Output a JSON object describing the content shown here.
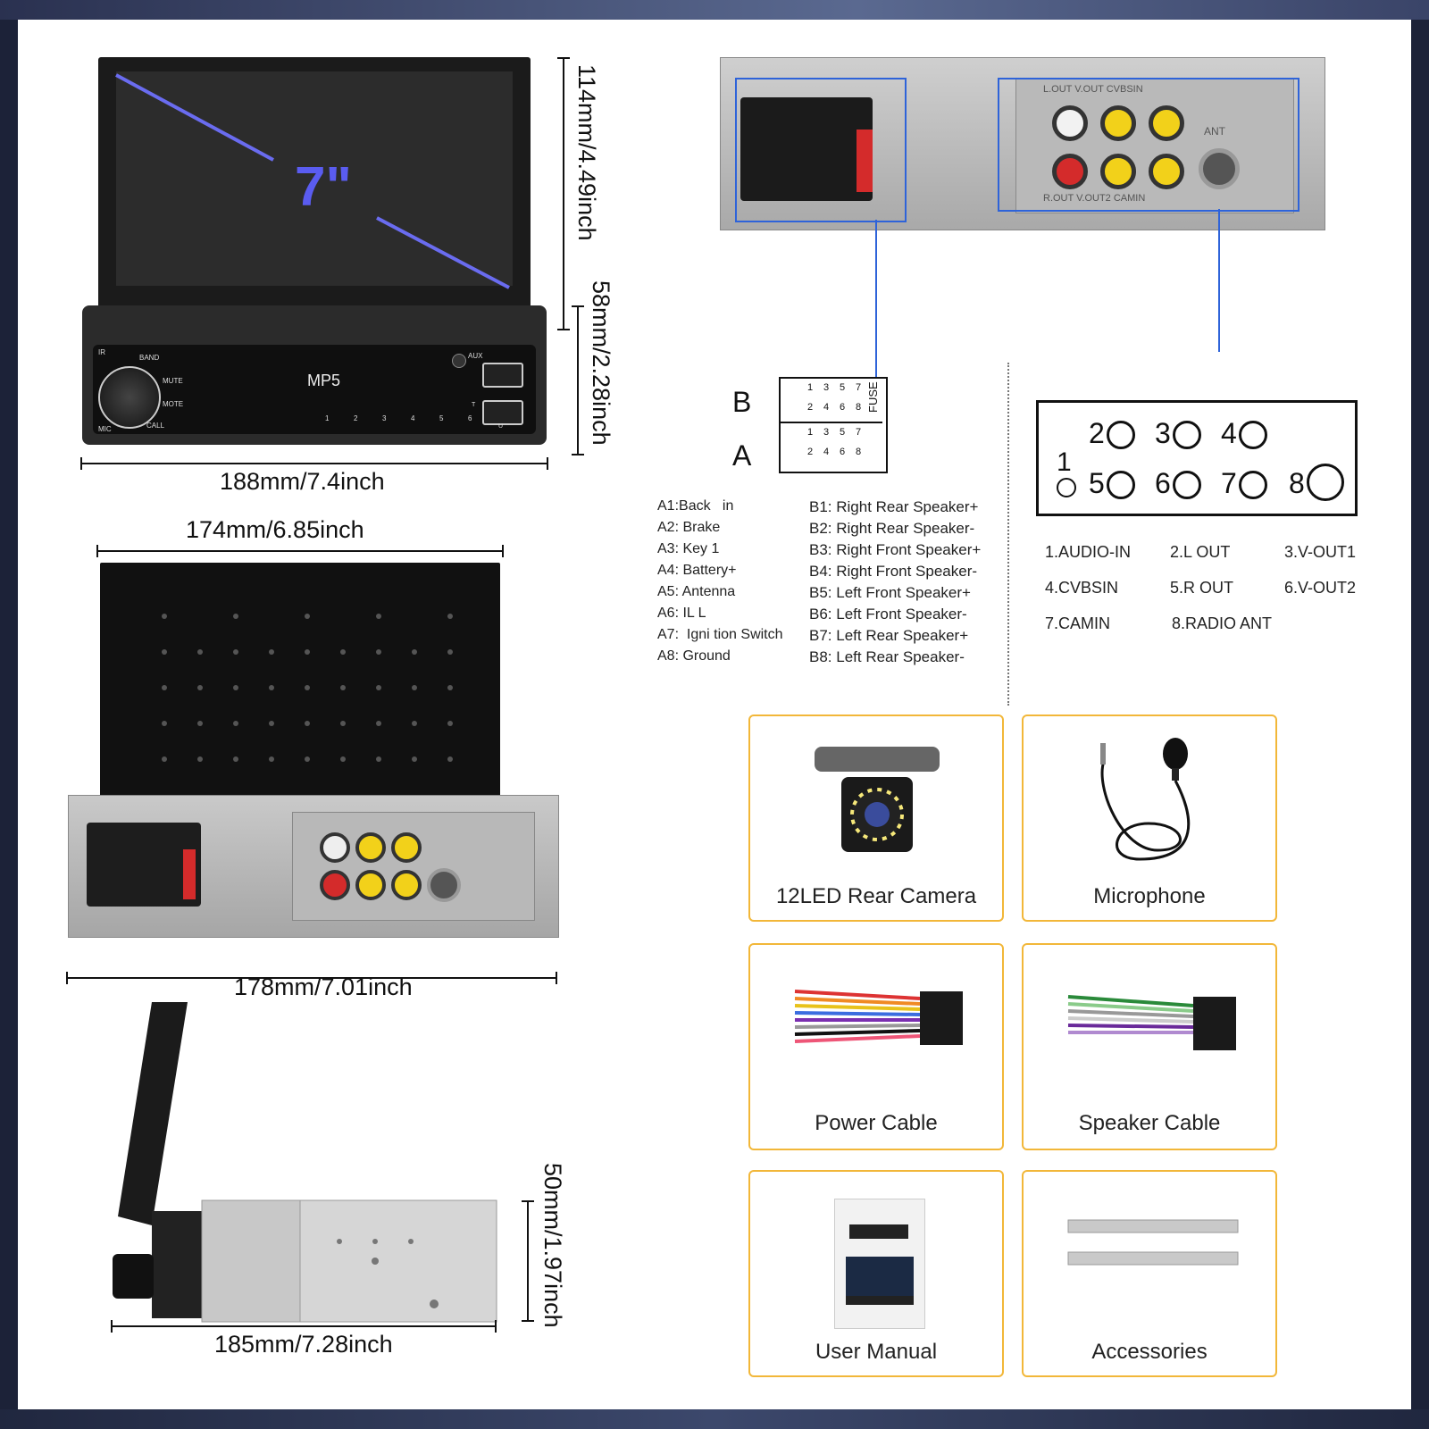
{
  "dimensions": {
    "front_height": "114mm/4.49inch",
    "front_base_height": "58mm/2.28inch",
    "front_width": "188mm/7.4inch",
    "top_width": "174mm/6.85inch",
    "back_width": "178mm/7.01inch",
    "side_height": "50mm/1.97inch",
    "side_width": "185mm/7.28inch"
  },
  "device": {
    "screen_size": "7\"",
    "display_label": "MP5",
    "buttons": [
      "BAND",
      "MUTE",
      "MOTE",
      "CALL"
    ],
    "small_labels": [
      "IR",
      "MIC",
      "AUX",
      "T",
      "U"
    ],
    "preset_buttons": [
      "1",
      "2",
      "3",
      "4",
      "5",
      "6"
    ]
  },
  "rear_panel": {
    "top_label": "L.OUT V.OUT CVBSIN",
    "bottom_label": "R.OUT V.OUT2 CAMIN",
    "ant_label": "ANT"
  },
  "connector": {
    "row_b": "B",
    "row_a": "A",
    "fuse": "FUSE",
    "pins_b": [
      "1",
      "3",
      "5",
      "7",
      "2",
      "4",
      "6",
      "8"
    ],
    "pins_a": [
      "1",
      "3",
      "5",
      "7",
      "2",
      "4",
      "6",
      "8"
    ]
  },
  "pinout_a": [
    "A1:Back   in",
    "A2: Brake",
    "A3: Key 1",
    "A4: Battery+",
    "A5: Antenna",
    "A6: IL L",
    "A7:  Igni tion Switch",
    "A8: Ground"
  ],
  "pinout_b": [
    "B1: Right Rear Speaker+",
    "B2: Right Rear Speaker-",
    "B3: Right Front Speaker+",
    "B4: Right Front Speaker-",
    "B5: Left Front Speaker+",
    "B6: Left Front Speaker-",
    "B7: Left Rear Speaker+",
    "B8: Left Rear Speaker-"
  ],
  "rca_numbers": [
    "1",
    "2",
    "3",
    "4",
    "5",
    "6",
    "7",
    "8"
  ],
  "rca_legend": [
    "1.AUDIO-IN",
    "2.L OUT",
    "3.V-OUT1",
    "4.CVBSIN",
    "5.R OUT",
    "6.V-OUT2",
    "7.CAMIN",
    "8.RADIO ANT"
  ],
  "accessories": [
    {
      "label": "12LED Rear Camera",
      "icon": "camera-icon"
    },
    {
      "label": "Microphone",
      "icon": "microphone-icon"
    },
    {
      "label": "Power Cable",
      "icon": "power-cable-icon"
    },
    {
      "label": "Speaker Cable",
      "icon": "speaker-cable-icon"
    },
    {
      "label": "User Manual",
      "icon": "manual-icon"
    },
    {
      "label": "Accessories",
      "icon": "removal-keys-icon"
    }
  ],
  "colors": {
    "highlight_blue": "#2e63d9",
    "card_border": "#f2b739",
    "screen_line": "#6a6cf0"
  }
}
